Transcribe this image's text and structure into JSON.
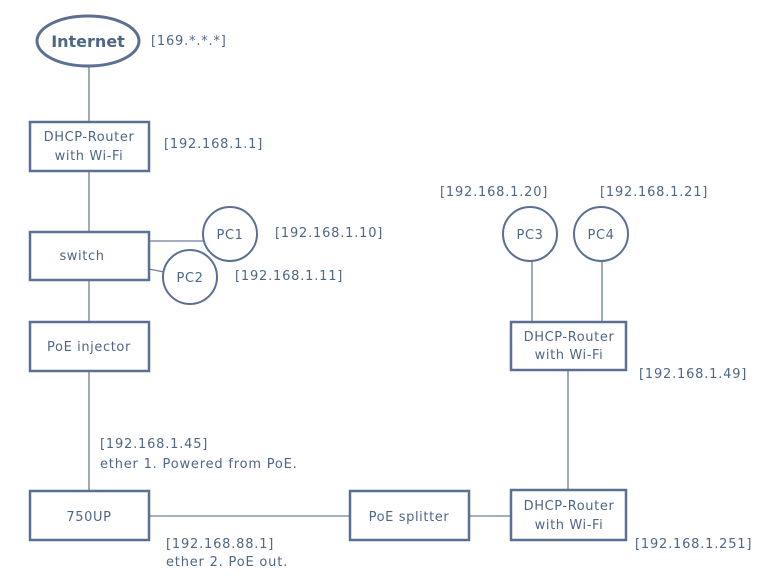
{
  "nodes": {
    "internet": {
      "label": "Internet"
    },
    "router_main": {
      "line1": "DHCP-Router",
      "line2": "with Wi-Fi"
    },
    "switch": {
      "label": "switch"
    },
    "pc1": {
      "label": "PC1"
    },
    "pc2": {
      "label": "PC2"
    },
    "poe_injector": {
      "label": "PoE injector"
    },
    "device_750up": {
      "label": "750UP"
    },
    "poe_splitter": {
      "label": "PoE splitter"
    },
    "router_bottom": {
      "line1": "DHCP-Router",
      "line2": "with Wi-Fi"
    },
    "router_right": {
      "line1": "DHCP-Router",
      "line2": "with Wi-Fi"
    },
    "pc3": {
      "label": "PC3"
    },
    "pc4": {
      "label": "PC4"
    }
  },
  "addresses": {
    "internet": "[169.*.*.*]",
    "router_main": "[192.168.1.1]",
    "pc1": "[192.168.1.10]",
    "pc2": "[192.168.1.11]",
    "ether1_ip": "[192.168.1.45]",
    "ether1_note": "ether 1. Powered from PoE.",
    "ether2_ip": "[192.168.88.1]",
    "ether2_note": "ether 2. PoE out.",
    "pc3": "[192.168.1.20]",
    "pc4": "[192.168.1.21]",
    "router_right": "[192.168.1.49]",
    "router_bottom": "[192.168.1.251]"
  },
  "colors": {
    "outline": "#5a6f91",
    "text": "#4f6687",
    "line": "#6b7c99"
  }
}
